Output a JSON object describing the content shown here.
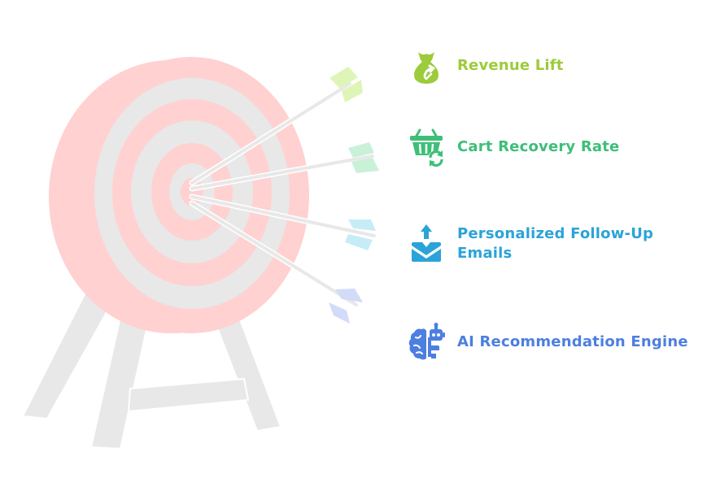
{
  "labels": [
    {
      "key": "revenue",
      "text": "Revenue Lift",
      "icon": "money-bag-icon",
      "color": "#9ccb3b"
    },
    {
      "key": "cart",
      "text": "Cart Recovery Rate",
      "icon": "cart-recycle-icon",
      "color": "#3dbf78"
    },
    {
      "key": "email",
      "text": "Personalized Follow-Up Emails",
      "icon": "email-upload-icon",
      "color": "#2ba3d9"
    },
    {
      "key": "ai",
      "text": "AI Recommendation Engine",
      "icon": "robot-brain-icon",
      "color": "#4d7fe0"
    }
  ],
  "colors": {
    "target_red": "#ffd1d0",
    "target_gray": "#e8e8e8",
    "arrow_shaft": "#e8e8e8",
    "fletch_revenue": "#dff5b8",
    "fletch_cart": "#c8f1d8",
    "fletch_email": "#c6ecf8",
    "fletch_ai": "#d2dcf8"
  }
}
